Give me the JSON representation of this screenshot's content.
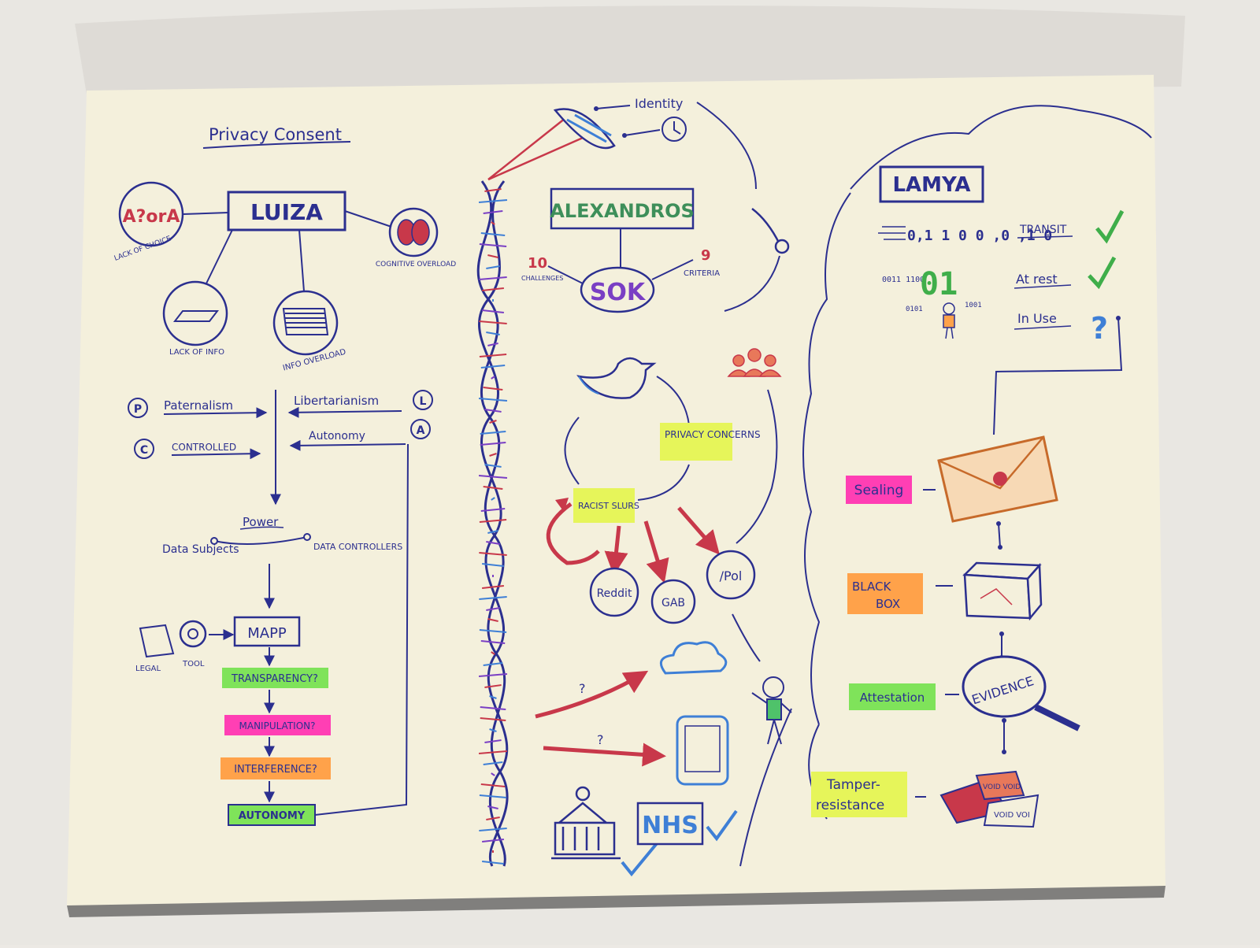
{
  "colors": {
    "paper": "#f4f0dc",
    "ink": "#2b2f8f",
    "hl_green": "#7fe35a",
    "hl_yellow": "#e6f55a",
    "hl_pink": "#ff3fb4",
    "hl_orange": "#ffa24a",
    "red": "#c8384a",
    "check_green": "#3fae4a",
    "title_box_green": "#4fc26a",
    "title_box_blue": "#3e7fd6",
    "title_box_purple": "#7a3fc4"
  },
  "left": {
    "title": "Privacy Consent",
    "name": "LUIZA",
    "choice_glyph": "A?orA",
    "choice_caption": "LACK OF CHOICE",
    "cognitive_caption": "COGNITIVE OVERLOAD",
    "lack_info_caption": "LACK OF INFO",
    "info_overload_caption": "INFO OVERLOAD",
    "paternalism": "Paternalism",
    "paternalism_badge": "P",
    "libertarianism": "Libertarianism",
    "libertarianism_badge": "L",
    "controlled": "CONTROLLED",
    "controlled_badge": "C",
    "autonomy": "Autonomy",
    "autonomy_badge": "A",
    "power": "Power",
    "data_subjects": "Data Subjects",
    "data_controllers": "DATA CONTROLLERS",
    "mapp": "MAPP",
    "legal": "LEGAL",
    "tool": "TOOL",
    "steps": [
      {
        "label": "TRANSPARENCY?",
        "color": "#7fe35a"
      },
      {
        "label": "MANIPULATION?",
        "color": "#ff3fb4"
      },
      {
        "label": "INTERFERENCE?",
        "color": "#ffa24a"
      },
      {
        "label": "AUTONOMY",
        "color": "#7fe35a"
      }
    ]
  },
  "middle": {
    "identity": "Identity",
    "name": "ALEXANDROS",
    "sok": "SOK",
    "challenges_num": "10",
    "challenges": "CHALLENGES",
    "criteria_num": "9",
    "criteria": "CRITERIA",
    "privacy_concerns": "PRIVACY CONCERNS",
    "racist_slurs": "RACIST SLURS",
    "reddit": "Reddit",
    "gab": "GAB",
    "pol": "/Pol",
    "question_1": "?",
    "question_2": "?",
    "nhs": "NHS"
  },
  "right": {
    "name": "LAMYA",
    "transit": "TRANSIT",
    "at_rest": "At rest",
    "in_use": "In Use",
    "in_use_mark": "?",
    "bits_transit": "0,1 1 0 0 ,0 ,1 0",
    "bits_rest_small": "0011 1100",
    "bits_rest_big": "01",
    "bits_use_left": "0101",
    "bits_use_right": "1001",
    "sealing": "Sealing",
    "black_box_1": "BLACK",
    "black_box_2": "BOX",
    "attestation": "Attestation",
    "evidence": "EVIDENCE",
    "tamper_1": "Tamper-",
    "tamper_2": "resistance",
    "void_stamp": "VOID VOID",
    "void_paper": "VOID VOI"
  }
}
